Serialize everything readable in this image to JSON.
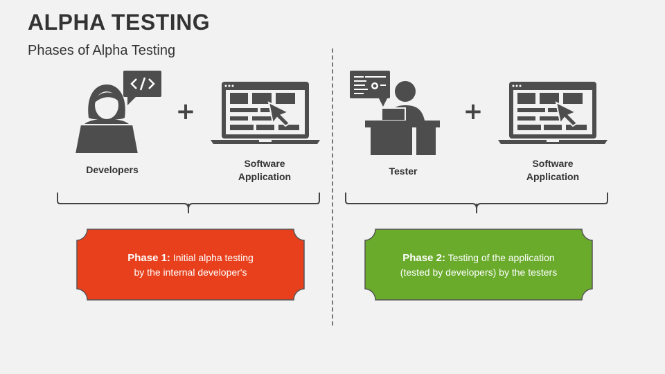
{
  "header": {
    "title": "ALPHA TESTING",
    "subtitle": "Phases of Alpha Testing"
  },
  "colors": {
    "icon": "#4d4d4d",
    "phase1": "#e8401c",
    "phase2": "#6aab2c"
  },
  "left": {
    "actor_label": "Developers",
    "app_label_line1": "Software",
    "app_label_line2": "Application",
    "actor_icon": "developer-laptop-icon",
    "bubble_icon": "code-bubble-icon",
    "app_icon": "laptop-app-icon",
    "phase_title": "Phase 1:",
    "phase_line1": "Initial alpha testing",
    "phase_line2": "by the internal developer's"
  },
  "right": {
    "actor_label": "Tester",
    "app_label_line1": "Software",
    "app_label_line2": "Application",
    "actor_icon": "tester-desk-icon",
    "bubble_icon": "report-bubble-icon",
    "app_icon": "laptop-app-icon",
    "phase_title": "Phase 2:",
    "phase_line1": "Testing of the application",
    "phase_line2": "(tested by developers) by the testers"
  },
  "plus_symbol": "+"
}
